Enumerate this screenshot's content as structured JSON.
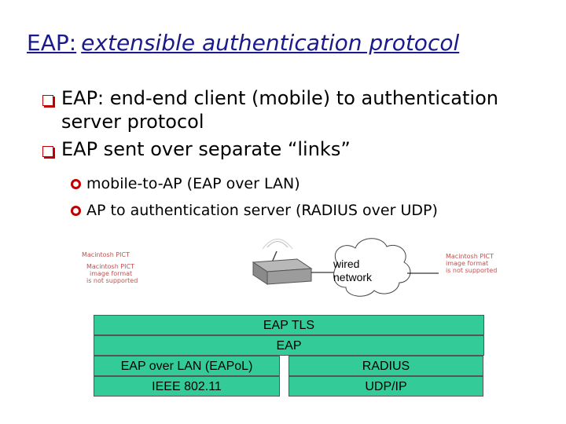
{
  "title": {
    "main": "EAP:",
    "italic": "extensible authentication protocol"
  },
  "bullets": [
    {
      "line1": "EAP: end-end client (mobile) to authentication",
      "line2": "server protocol"
    },
    {
      "line1": "EAP sent over separate “links”"
    }
  ],
  "subbullets": [
    "mobile-to-AP (EAP over LAN)",
    "AP to authentication server (RADIUS over UDP)"
  ],
  "figure": {
    "cloud_label_1": "wired",
    "cloud_label_2": "network",
    "pict_left": [
      "Macintosh PICT",
      "Macintosh PICT",
      "image format",
      "is not supported"
    ],
    "pict_right": [
      "Macintosh PICT",
      "image format",
      "is not supported"
    ]
  },
  "stack": {
    "eap_tls": "EAP TLS",
    "eap": "EAP",
    "eapol": "EAP over LAN (EAPoL)",
    "ieee": "IEEE 802.11",
    "radius": "RADIUS",
    "udp": "UDP/IP"
  },
  "colors": {
    "title": "#1a1a8c",
    "bullet_marker": "#c00000",
    "stack_fill": "#33cc99"
  }
}
